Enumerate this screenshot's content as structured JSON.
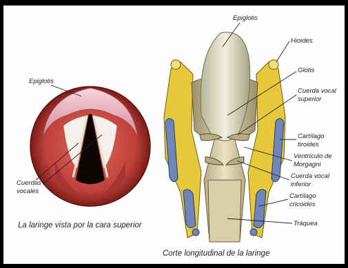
{
  "left_view": {
    "labels": {
      "epiglottis": "Epiglotis",
      "vocal_cords_1": "Cuerdas",
      "vocal_cords_2": "vocales"
    },
    "caption": "La laringe vista por la cara superior"
  },
  "right_view": {
    "labels": {
      "epiglottis": "Epiglotis",
      "hyoid": "Hioides",
      "glottis": "Glotis",
      "upper_cord_1": "Cuerda vocal",
      "upper_cord_2": "superior",
      "thyroid_1": "Cartílago",
      "thyroid_2": "tiroides",
      "ventricle_1": "Ventrículo de",
      "ventricle_2": "Morgagni",
      "lower_cord_1": "Cuerda vocal",
      "lower_cord_2": "inferior",
      "cricoid_1": "Cartílago",
      "cricoid_2": "cricoides",
      "trachea": "Tráquea"
    },
    "caption": "Corte longitudinal de la laringe"
  },
  "colors": {
    "frame": "#000000",
    "background": "#fefefe",
    "mucosa": "#c8453b",
    "mucosa_dark": "#7a1d1a",
    "cartilage": "#e6c83a",
    "blue_cartilage": "#6f86b8",
    "tissue": "#d8cfa8"
  }
}
